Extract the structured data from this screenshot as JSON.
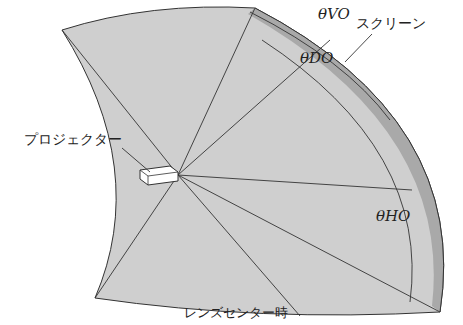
{
  "diagram": {
    "caption": "レンズセンター時",
    "labels": [
      "θVO",
      "スクリーン",
      "θDO",
      "プロジェクター",
      "θHO"
    ]
  }
}
